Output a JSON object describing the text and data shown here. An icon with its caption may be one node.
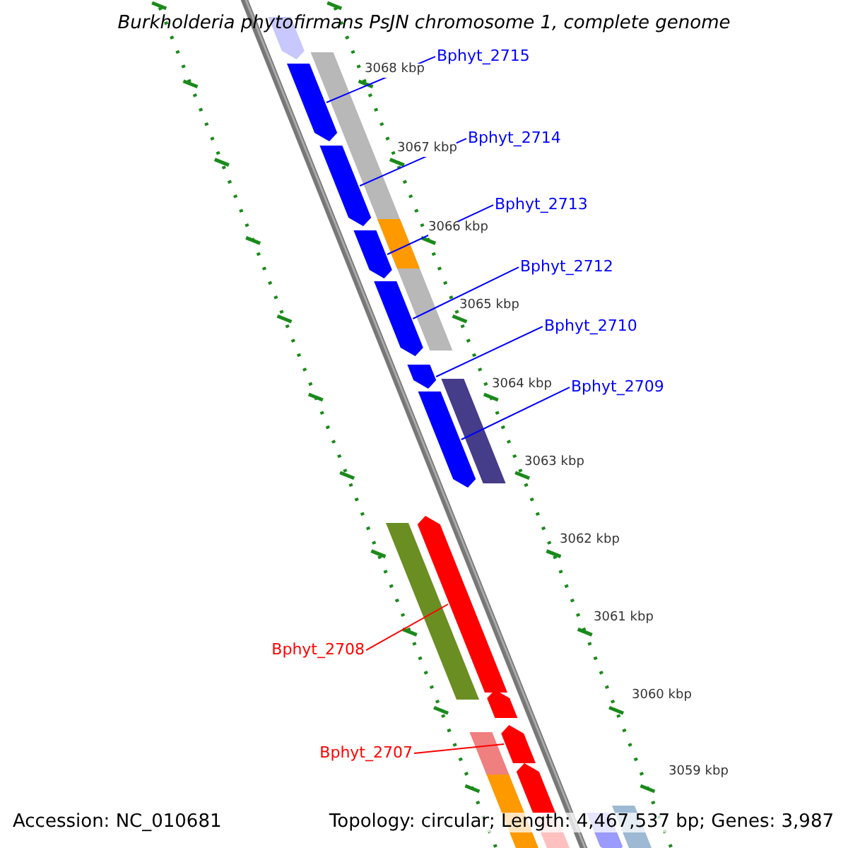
{
  "diagram": {
    "title": "Burkholderia phytofirmans PsJN chromosome 1, complete genome",
    "nodes": [
      {
        "text": [
          "Bphyt_2715"
        ]
      },
      {
        "text": [
          "Bphyt_2714"
        ]
      },
      {
        "text": [
          "Bphyt_2713"
        ]
      },
      {
        "text": [
          "Bphyt_2712"
        ]
      },
      {
        "text": [
          "Bphyt_2710"
        ]
      },
      {
        "text": [
          "Bphyt_2709"
        ]
      },
      {
        "text": [
          "Bphyt_2708"
        ]
      },
      {
        "text": [
          "Bphyt_2707"
        ]
      },
      {
        "text": [],
        "shape": "arrow"
      },
      {
        "text": [],
        "shape": "arrow"
      },
      {
        "text": [],
        "shape": "arrow"
      },
      {
        "text": [],
        "shape": "arrow"
      },
      {
        "text": [],
        "shape": "arrow"
      },
      {
        "text": [],
        "shape": "arrow"
      },
      {
        "text": [],
        "shape": "arrow"
      },
      {
        "text": [],
        "shape": "arrow"
      },
      {
        "text": [],
        "shape": "arrow"
      },
      {
        "text": [],
        "shape": "bar"
      },
      {
        "text": [],
        "shape": "bar",
        "in": 17
      },
      {
        "text": [],
        "shape": "bar"
      },
      {
        "text": [],
        "shape": "bar"
      },
      {
        "text": [],
        "shape": "arrow"
      },
      {
        "text": [],
        "shape": "bar"
      },
      {
        "text": [],
        "shape": "arrow"
      },
      {
        "text": [],
        "shape": "bar"
      },
      {
        "text": [],
        "shape": "arrow"
      },
      {
        "text": [],
        "shape": "arrow"
      },
      {
        "text": [],
        "shape": "bar"
      }
    ],
    "edges": [
      {
        "from": 0,
        "to": 8,
        "arrow": "none"
      },
      {
        "from": 1,
        "to": 9,
        "arrow": "none"
      },
      {
        "from": 2,
        "to": 10,
        "arrow": "none"
      },
      {
        "from": 3,
        "to": 11,
        "arrow": "none"
      },
      {
        "from": 4,
        "to": 12,
        "arrow": "none"
      },
      {
        "from": 5,
        "to": 13,
        "arrow": "none"
      },
      {
        "from": 6,
        "to": 14,
        "arrow": "none",
        "color": "#ff0000"
      },
      {
        "from": 7,
        "to": 15,
        "arrow": "none",
        "color": "#ff0000"
      }
    ],
    "labels": [
      "3068 kbp",
      "3067 kbp",
      "3066 kbp",
      "3065 kbp",
      "3064 kbp",
      "3063 kbp",
      "3062 kbp",
      "3061 kbp",
      "3060 kbp",
      "3059 kbp",
      "Accession: NC_010681",
      "Topology: circular; Length: 4,467,537 bp; Genes: 3,987"
    ]
  }
}
